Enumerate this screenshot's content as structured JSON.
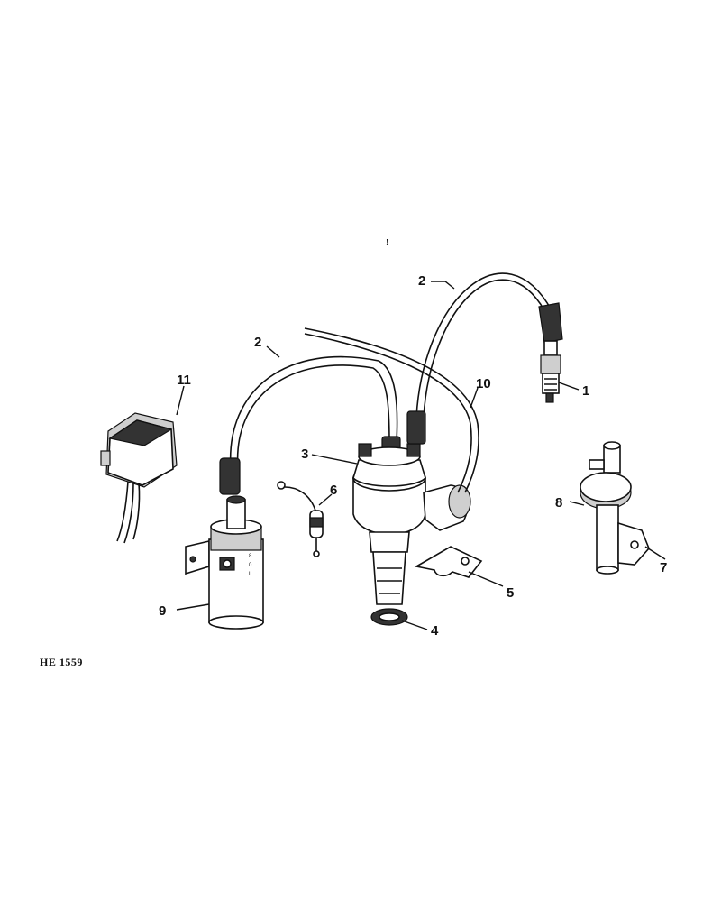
{
  "callouts": [
    {
      "id": "c1",
      "label": "1",
      "part": "spark-plug"
    },
    {
      "id": "c2a",
      "label": "2",
      "part": "spark-plug-wire"
    },
    {
      "id": "c2b",
      "label": "2",
      "part": "coil-wire"
    },
    {
      "id": "c3",
      "label": "3",
      "part": "distributor"
    },
    {
      "id": "c4",
      "label": "4",
      "part": "distributor-seal"
    },
    {
      "id": "c5",
      "label": "5",
      "part": "distributor-clamp"
    },
    {
      "id": "c6",
      "label": "6",
      "part": "condenser"
    },
    {
      "id": "c7",
      "label": "7",
      "part": "mounting-bracket"
    },
    {
      "id": "c8",
      "label": "8",
      "part": "vacuum-unit"
    },
    {
      "id": "c9",
      "label": "9",
      "part": "ignition-coil"
    },
    {
      "id": "c10",
      "label": "10",
      "part": "vacuum-line"
    },
    {
      "id": "c11",
      "label": "11",
      "part": "voltage-regulator"
    }
  ],
  "figure_ref": "HE 1559",
  "stray_mark": "!"
}
